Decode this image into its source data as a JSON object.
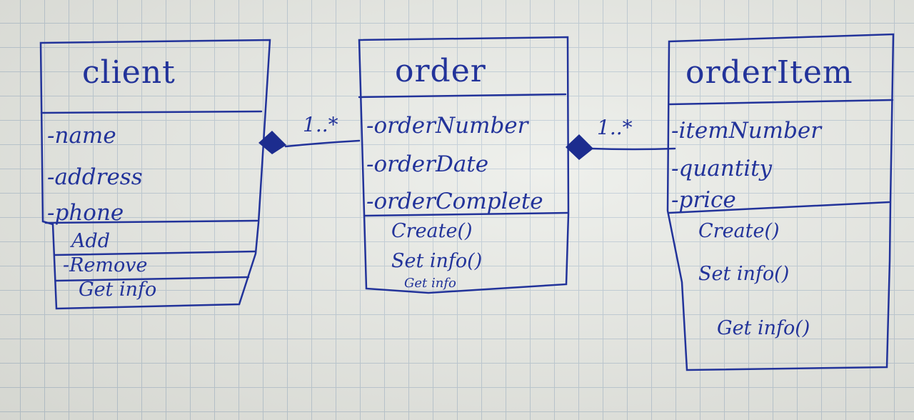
{
  "classes": {
    "client": {
      "name": "client",
      "attributes": [
        "-name",
        "-address",
        "-phone"
      ],
      "methods": [
        "Add",
        "-Remove",
        "Get info"
      ]
    },
    "order": {
      "name": "order",
      "attributes": [
        "-orderNumber",
        "-orderDate",
        "-orderComplete"
      ],
      "methods": [
        "Create()",
        "Set info()",
        "Get info"
      ]
    },
    "orderItem": {
      "name": "orderItem",
      "attributes": [
        "-itemNumber",
        "-quantity",
        "-price"
      ],
      "methods": [
        "Create()",
        "Set info()",
        "Get info()"
      ]
    }
  },
  "associations": [
    {
      "from": "client",
      "to": "order",
      "type": "composition",
      "multiplicity": "1..*"
    },
    {
      "from": "order",
      "to": "orderItem",
      "type": "composition",
      "multiplicity": "1..*"
    }
  ],
  "colors": {
    "ink": "#22339a",
    "grid": "#b9c7d2",
    "paper": "#e9ebe6"
  }
}
